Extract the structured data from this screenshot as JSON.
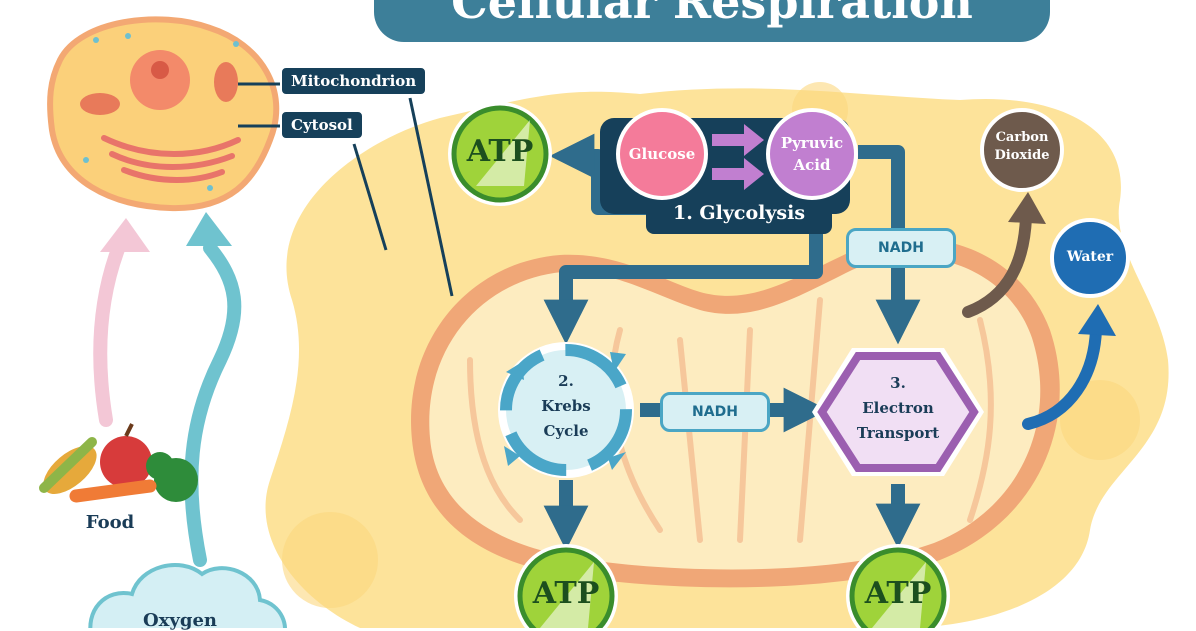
{
  "title": "Cellular Respiration",
  "labels": {
    "mitochondrion": "Mitochondrion",
    "cytosol": "Cytosol",
    "glucose": "Glucose",
    "pyruvic_line1": "Pyruvic",
    "pyruvic_line2": "Acid",
    "glycolysis": "1. Glycolysis",
    "nadh_top": "NADH",
    "nadh_mid": "NADH",
    "krebs_line1": "2.",
    "krebs_line2": "Krebs",
    "krebs_line3": "Cycle",
    "et_line1": "3.",
    "et_line2": "Electron",
    "et_line3": "Transport",
    "co2_line1": "Carbon",
    "co2_line2": "Dioxide",
    "water": "Water",
    "food": "Food",
    "oxygen": "Oxygen",
    "atp_glycolysis": "ATP",
    "atp_krebs": "ATP",
    "atp_et": "ATP"
  },
  "colors": {
    "title_bg": "#3d7f99",
    "cytoplasm": "#fde39a",
    "mito_outer": "#f0a777",
    "mito_inner": "#fdecc0",
    "arrow_dark": "#2f6c8c",
    "glucose": "#f47b9a",
    "pyruvic": "#c17fd0",
    "atp_fill": "#9fd33a",
    "atp_ring": "#3a8d2c",
    "co2": "#6e5a4c",
    "water": "#1f6db3",
    "krebs": "#4aa6c8",
    "electron": "#9b5fb0"
  },
  "icons": [
    "cell-icon",
    "food-icon",
    "cloud-icon"
  ]
}
